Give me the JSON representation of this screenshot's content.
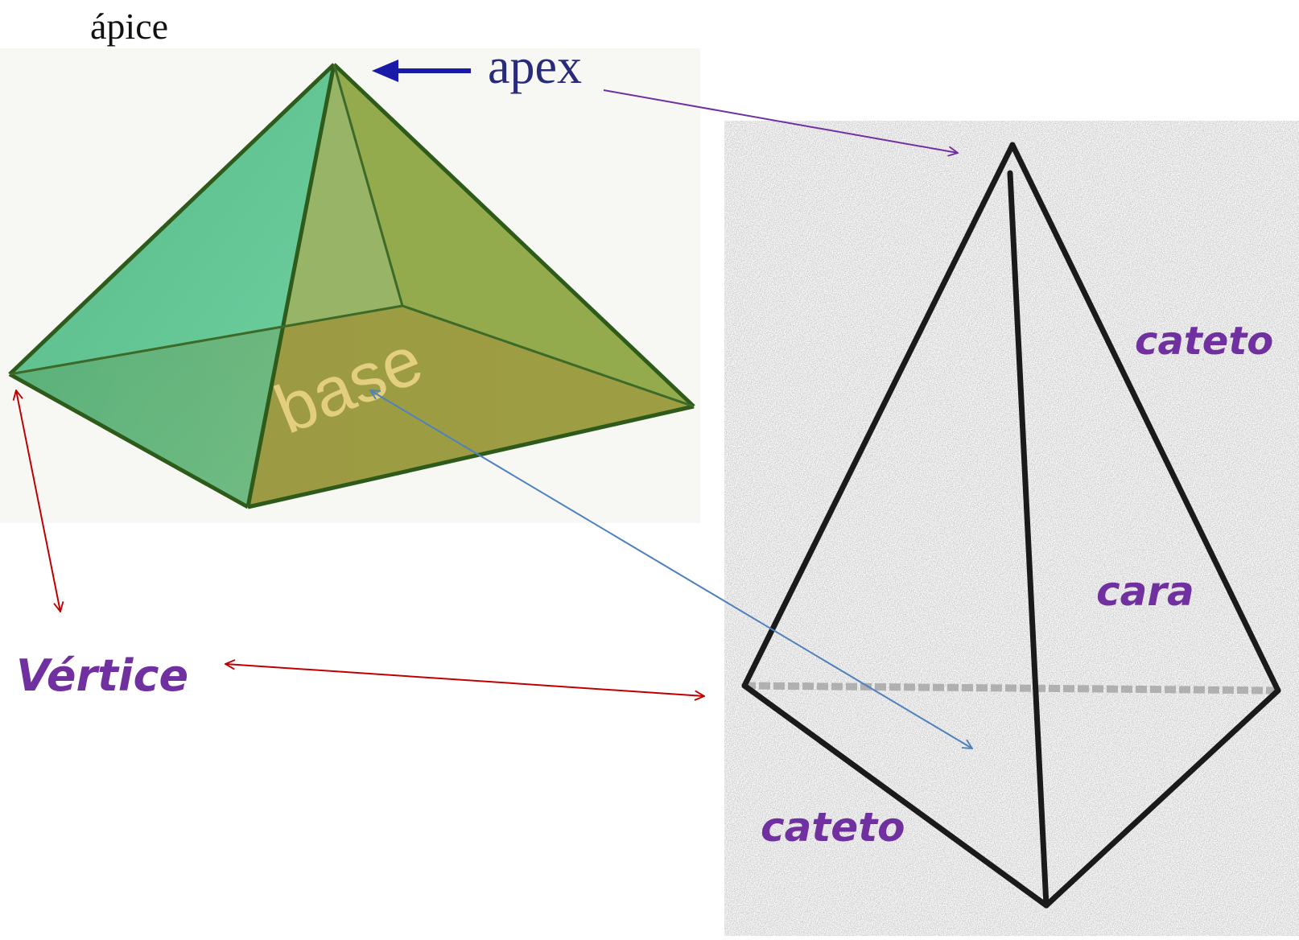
{
  "labels": {
    "apice": "ápice",
    "apex": "apex",
    "base": "base",
    "vertice": "Vértice",
    "cateto_right": "cateto",
    "cateto_bottom": "cateto",
    "cara": "cara"
  },
  "colors": {
    "label_purple": "#7030a0",
    "arrow_purple": "#7030a0",
    "arrow_red": "#c00000",
    "arrow_blue": "#4f81bd",
    "apex_arrow": "#1a1aa8",
    "green_face": "#4cbf86",
    "olive_face": "#8aa846",
    "base_orange": "#c87a3a",
    "base_text": "#f0d88a",
    "edge_dark": "#2e5a1a",
    "sketch_line": "#1a1a1a"
  }
}
